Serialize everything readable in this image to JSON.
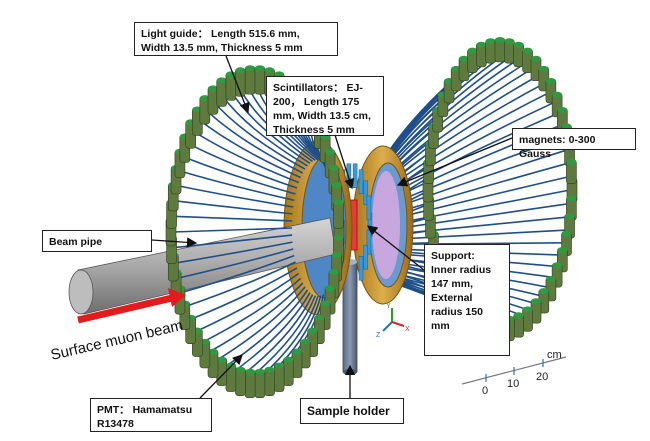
{
  "callouts": {
    "light_guide": "Light guide： Length 515.6 mm, Width 13.5 mm, Thickness 5 mm",
    "scintillators": "Scintillators： EJ-200， Length 175 mm, Width 13.5 cm, Thickness 5 mm",
    "magnets": "magnets: 0-300 Gauss",
    "support": "Support: Inner radius 147 mm, External radius 150 mm",
    "beam_pipe": "Beam pipe",
    "pmt": "PMT： Hamamatsu R13478",
    "sample_holder": "Sample holder"
  },
  "beam_label": "Surface muon beam",
  "scale": {
    "unit": "cm",
    "ticks": [
      "0",
      "10",
      "20"
    ]
  },
  "axes_triad": {
    "x": "X",
    "y": "Y",
    "z": "Z"
  },
  "colors": {
    "pmt_tube": "#5e7a3e",
    "pmt_cap": "#2f9a42",
    "light_guide": "#1f4f8a",
    "magnet_coil": "#c8962e",
    "scintillator": "#3a9ad9",
    "beam_arrow": "#e41a1c",
    "beam_pipe": "#9a9a9a"
  }
}
